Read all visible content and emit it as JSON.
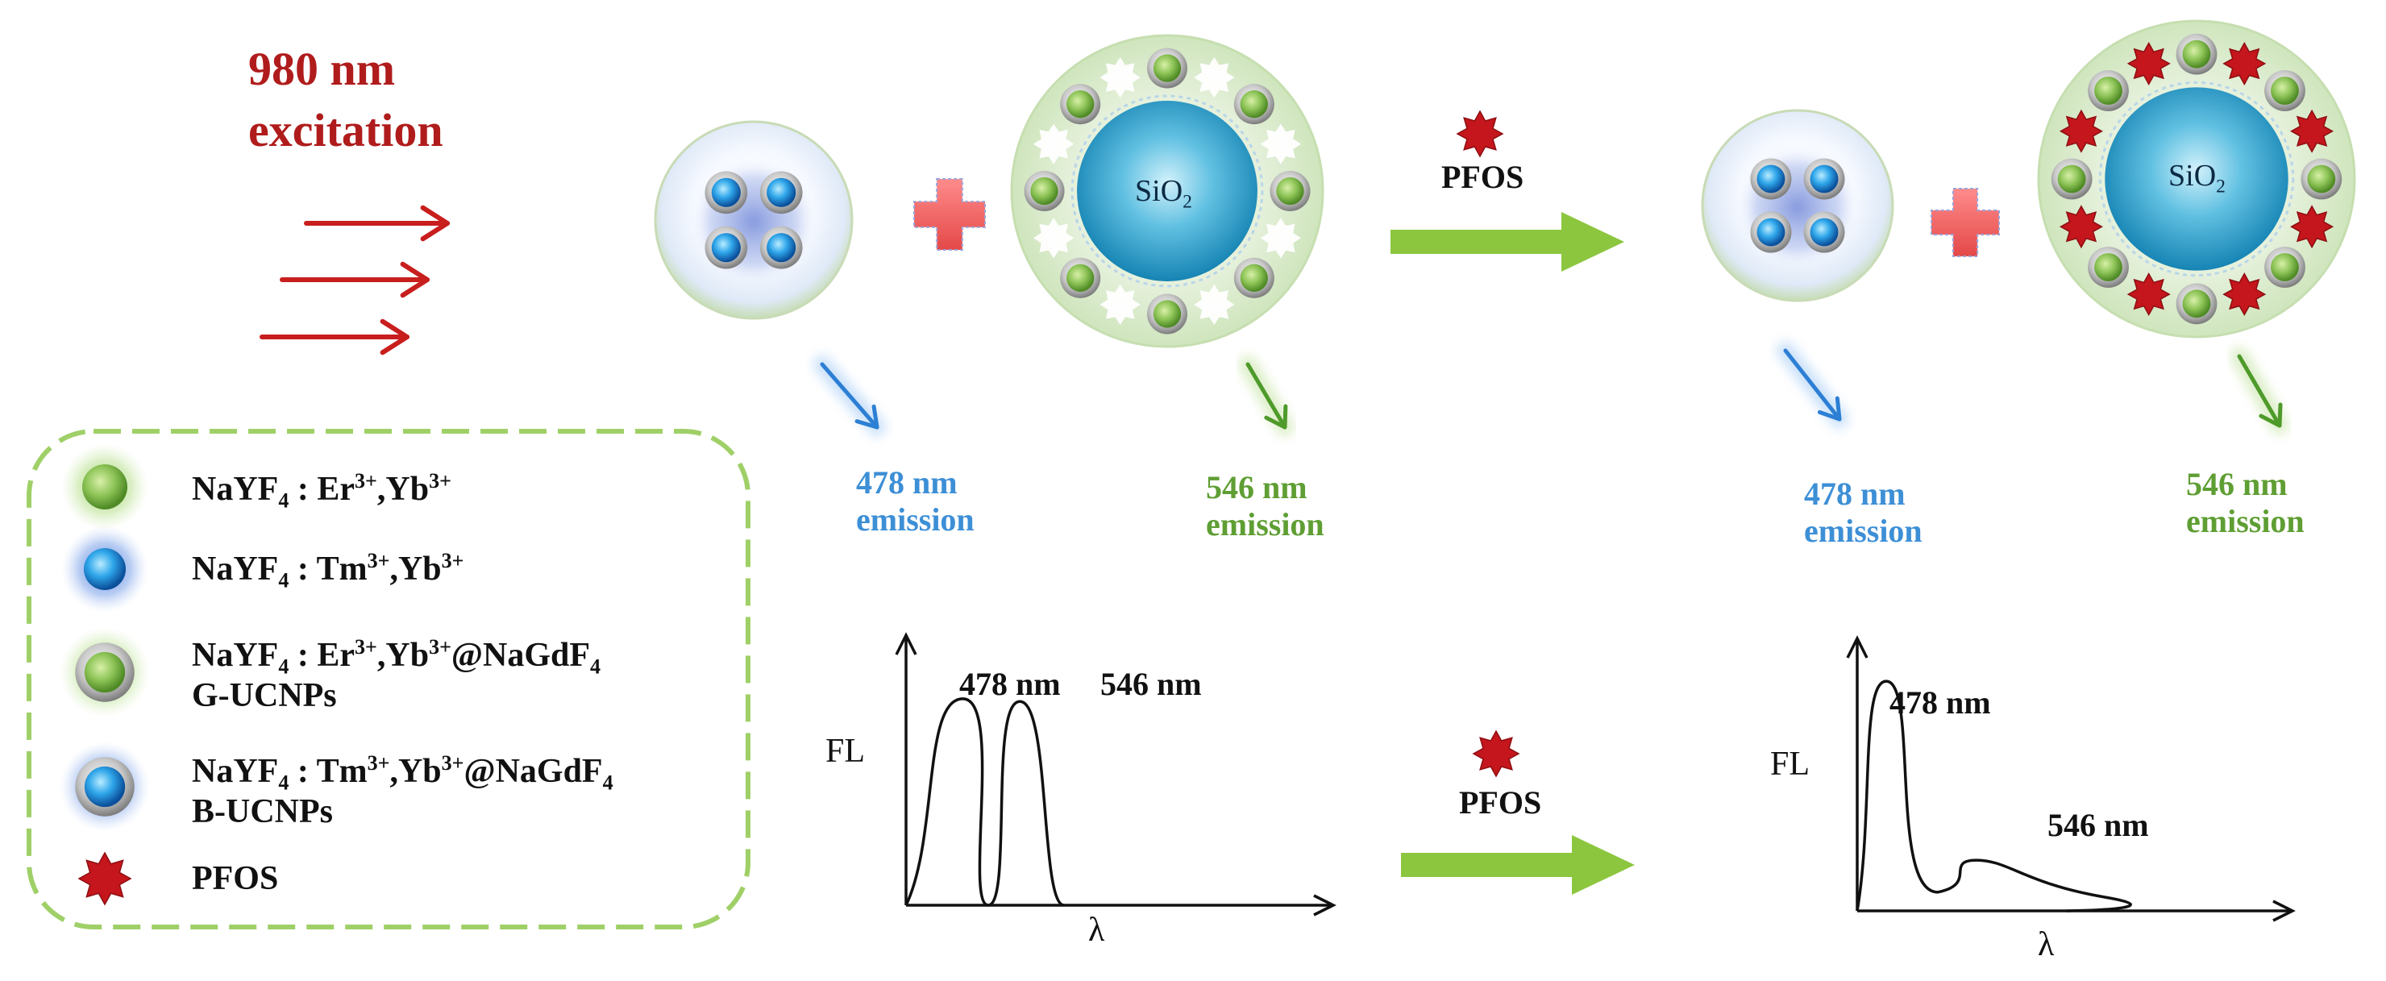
{
  "excitation": {
    "line1": "980 nm",
    "line2": "excitation"
  },
  "core_label": "SiO",
  "core_sub": "2",
  "pfos_label": "PFOS",
  "emission": {
    "blue": {
      "line1": "478 nm",
      "line2": "emission"
    },
    "green": {
      "line1": "546 nm",
      "line2": "emission"
    }
  },
  "legend": {
    "item1": {
      "host": "NaYF",
      "sub": "4",
      "dop1": " : Er",
      "sup1": "3+",
      "dop2": ",Yb",
      "sup2": "3+"
    },
    "item2": {
      "host": "NaYF",
      "sub": "4",
      "dop1": " : Tm",
      "sup1": "3+",
      "dop2": ",Yb",
      "sup2": "3+"
    },
    "item3": {
      "host": "NaYF",
      "sub": "4",
      "dop1": " : Er",
      "sup1": "3+",
      "dop2": ",Yb",
      "sup2": "3+",
      "shell": "@NaGdF",
      "shell_sub": "4",
      "name": "G-UCNPs"
    },
    "item4": {
      "host": "NaYF",
      "sub": "4",
      "dop1": " : Tm",
      "sup1": "3+",
      "dop2": ",Yb",
      "sup2": "3+",
      "shell": "@NaGdF",
      "shell_sub": "4",
      "name": "B-UCNPs"
    },
    "item5": {
      "label": "PFOS"
    }
  },
  "chart_data": [
    {
      "type": "line",
      "ylabel": "FL",
      "xlabel": "λ",
      "peak_labels": [
        "478 nm",
        "546 nm"
      ],
      "series": [
        {
          "values": [
            0,
            0.78,
            0,
            0.77,
            0
          ]
        }
      ]
    },
    {
      "type": "line",
      "ylabel": "FL",
      "xlabel": "λ",
      "peak_labels": [
        "478 nm",
        "546 nm"
      ],
      "series": [
        {
          "values": [
            0,
            0.86,
            0.07,
            0.19,
            0
          ]
        }
      ]
    }
  ]
}
